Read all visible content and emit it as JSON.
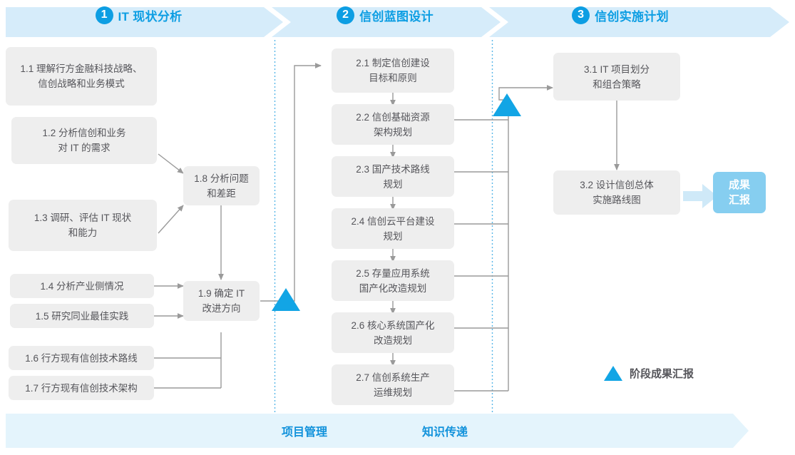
{
  "phases": [
    {
      "num": "1",
      "title": "IT 现状分析"
    },
    {
      "num": "2",
      "title": "信创蓝图设计"
    },
    {
      "num": "3",
      "title": "信创实施计划"
    }
  ],
  "boxes": [
    {
      "id": "1.1",
      "label": "1.1 理解行方金融科技战略、\n信创战略和业务模式"
    },
    {
      "id": "1.2",
      "label": "1.2 分析信创和业务\n对 IT 的需求"
    },
    {
      "id": "1.3",
      "label": "1.3 调研、评估 IT 现状\n和能力"
    },
    {
      "id": "1.4",
      "label": "1.4 分析产业侧情况"
    },
    {
      "id": "1.5",
      "label": "1.5 研究同业最佳实践"
    },
    {
      "id": "1.6",
      "label": "1.6 行方现有信创技术路线"
    },
    {
      "id": "1.7",
      "label": "1.7 行方现有信创技术架构"
    },
    {
      "id": "1.8",
      "label": "1.8 分析问题\n和差距"
    },
    {
      "id": "1.9",
      "label": "1.9 确定 IT\n改进方向"
    },
    {
      "id": "2.1",
      "label": "2.1 制定信创建设\n目标和原则"
    },
    {
      "id": "2.2",
      "label": "2.2 信创基础资源\n架构规划"
    },
    {
      "id": "2.3",
      "label": "2.3 国产技术路线\n规划"
    },
    {
      "id": "2.4",
      "label": "2.4 信创云平台建设\n规划"
    },
    {
      "id": "2.5",
      "label": "2.5 存量应用系统\n国产化改造规划"
    },
    {
      "id": "2.6",
      "label": "2.6 核心系统国产化\n改造规划"
    },
    {
      "id": "2.7",
      "label": "2.7 信创系统生产\n运维规划"
    },
    {
      "id": "3.1",
      "label": "3.1 IT 项目划分\n和组合策略"
    },
    {
      "id": "3.2",
      "label": "3.2 设计信创总体\n实施路线图"
    }
  ],
  "result": {
    "label": "成果\n汇报"
  },
  "legend": {
    "label": "阶段成果汇报",
    "icon": "triangle-up-icon"
  },
  "bottom_band": {
    "labels": [
      "项目管理",
      "知识传递"
    ]
  },
  "colors": {
    "accent": "#0d9ee3",
    "header_band": "#d6ecfa",
    "bottom_band": "#e4f4fc",
    "box_fill": "#eeeeee",
    "box_text": "#55555a",
    "result_fill": "#86cef0",
    "connector": "#9a9a9a",
    "divider": "#57b7e8"
  }
}
